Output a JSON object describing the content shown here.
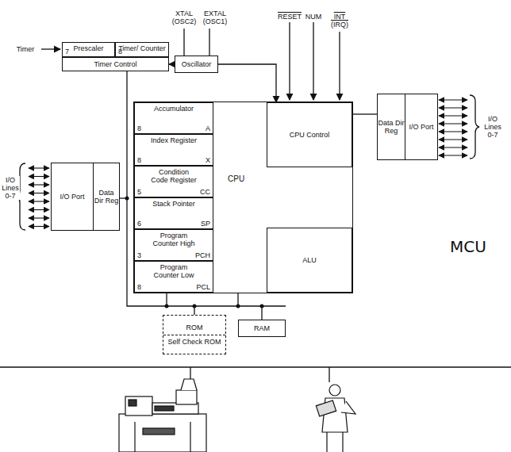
{
  "diagram": {
    "nodes": [
      {
        "text": [
          "Prescaler",
          "7"
        ]
      },
      {
        "text": [
          "Timer/ Counter",
          "8"
        ]
      },
      {
        "text": [
          "Timer Control"
        ]
      },
      {
        "text": [
          "Oscillator"
        ]
      },
      {
        "text": [
          "CPU"
        ]
      },
      {
        "text": [
          "Accumulator",
          "8",
          "A"
        ],
        "in": 4
      },
      {
        "text": [
          "Index Register",
          "8",
          "X"
        ],
        "in": 4
      },
      {
        "text": [
          "Condition Code Register",
          "5",
          "CC"
        ],
        "in": 4
      },
      {
        "text": [
          "Stack Pointer",
          "6",
          "SP"
        ],
        "in": 4
      },
      {
        "text": [
          "Program Counter High",
          "3",
          "PCH"
        ],
        "in": 4
      },
      {
        "text": [
          "Program Counter Low",
          "8",
          "PCL"
        ],
        "in": 4
      },
      {
        "text": [
          "CPU Control"
        ],
        "in": 4
      },
      {
        "text": [
          "ALU"
        ],
        "in": 4
      },
      {
        "text": [
          "I/O Port"
        ]
      },
      {
        "text": [
          "Data Dir Reg"
        ]
      },
      {
        "text": [
          "Data Dir Reg"
        ]
      },
      {
        "text": [
          "I/O Port"
        ]
      },
      {
        "text": [
          "ROM",
          "Self Check ROM"
        ]
      },
      {
        "text": [
          "RAM"
        ]
      }
    ],
    "edges": [
      {
        "from": 3,
        "to": 2,
        "arrow": "to"
      },
      {
        "from": 3,
        "to": 11,
        "arrow": "to"
      },
      {
        "from": 11,
        "to": 15,
        "arrow": "none"
      }
    ],
    "labels": [
      "Timer",
      "XTAL (OSC2)",
      "EXTAL (OSC1)",
      "RESET",
      "NUM",
      "INT (IRQ)",
      "I/O Lines 0-7",
      "I/O Lines 0-7",
      "MCU"
    ]
  }
}
